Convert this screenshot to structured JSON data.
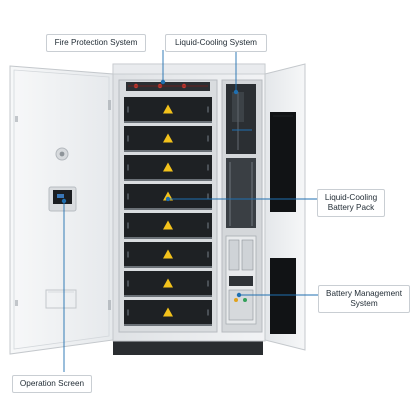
{
  "callouts": {
    "fire_protection": "Fire Protection System",
    "liquid_cooling": "Liquid-Cooling System",
    "battery_pack_line1": "Liquid-Cooling",
    "battery_pack_line2": "Battery Pack",
    "bms_line1": "Battery Management",
    "bms_line2": "System",
    "operation_screen": "Operation Screen"
  },
  "colors": {
    "leader_line": "#1f6fb0",
    "cabinet_body": "#eef0f2",
    "cabinet_edge": "#c4c8cc",
    "module_dark": "#1e2124",
    "warning_label": "#f3c21b",
    "base": "#2a2d30"
  },
  "cabinet": {
    "battery_module_count": 8
  }
}
